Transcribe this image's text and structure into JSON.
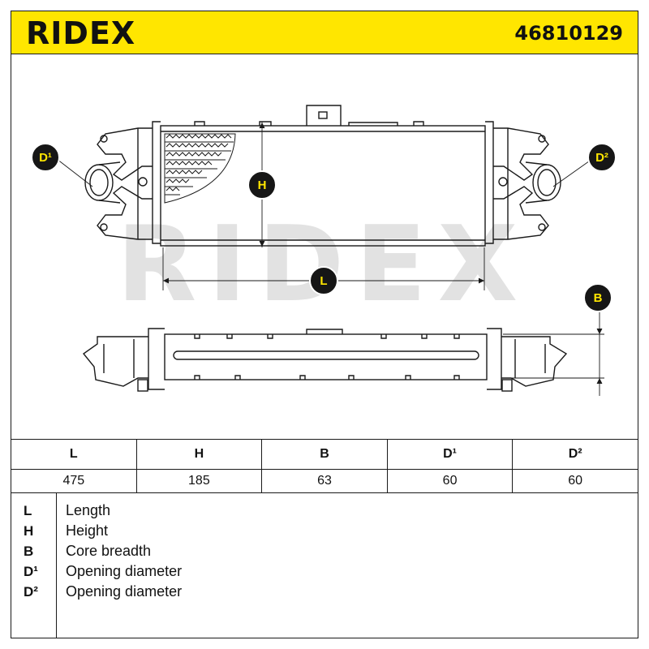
{
  "header": {
    "brand": "RIDEX",
    "part_number": "46810129"
  },
  "drawing": {
    "watermark": "RIDEX",
    "callouts": {
      "D1": "D¹",
      "D2": "D²",
      "H": "H",
      "L": "L",
      "B": "B"
    }
  },
  "specs": {
    "headers": [
      "L",
      "H",
      "B",
      "D¹",
      "D²"
    ],
    "values": [
      "475",
      "185",
      "63",
      "60",
      "60"
    ]
  },
  "legend": [
    {
      "key": "L",
      "desc": "Length"
    },
    {
      "key": "H",
      "desc": "Height"
    },
    {
      "key": "B",
      "desc": "Core breadth"
    },
    {
      "key": "D¹",
      "desc": "Opening diameter"
    },
    {
      "key": "D²",
      "desc": "Opening diameter"
    }
  ],
  "colors": {
    "accent_yellow": "#ffe600",
    "ink": "#161616"
  }
}
